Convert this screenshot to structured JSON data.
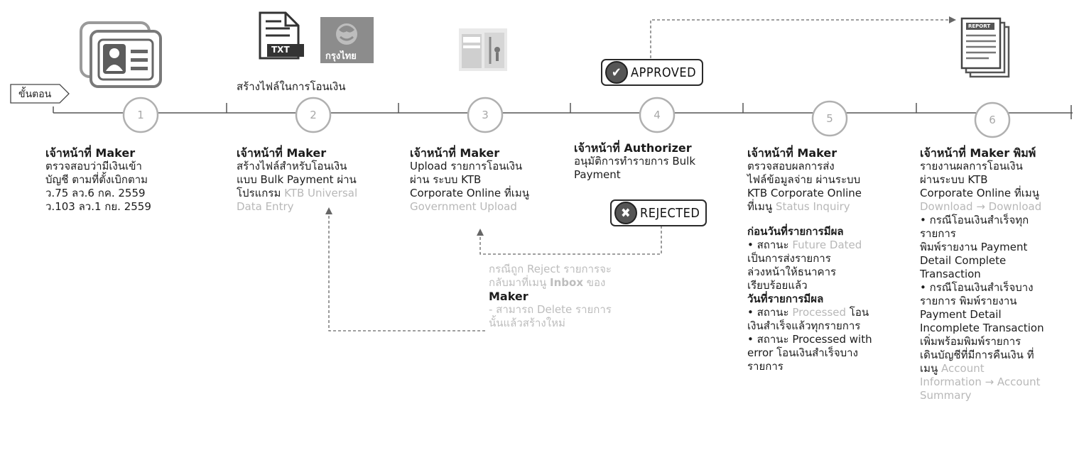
{
  "start_label": "ขั้นตอน",
  "file_badge": "TXT",
  "bank_logo_text": "กรุงไทย",
  "create_file_caption": "สร้างไฟล์ในการโอนเงิน",
  "approved_label": "APPROVED",
  "rejected_label": "REJECTED",
  "report_label": "REPORT",
  "steps": [
    {
      "num": "1",
      "head": "เจ้าหน้าที่ Maker",
      "lines": [
        "ตรวจสอบว่ามีเงินเข้า",
        "บัญชี ตามที่ตั้งเบิกตาม"
      ],
      "lines_dark": [
        "ว.75 ลว.6 กค. 2559",
        "ว.103 ลว.1 กย. 2559"
      ]
    },
    {
      "num": "2",
      "head": "เจ้าหน้าที่ Maker",
      "lines": [
        "สร้างไฟล์สำหรับโอนเงิน",
        "แบบ Bulk Payment ผ่าน",
        "โปรแกรม"
      ],
      "light": "KTB Universal",
      "light2": "Data Entry"
    },
    {
      "num": "3",
      "head": "เจ้าหน้าที่ Maker",
      "lines": [
        "Upload รายการโอนเงิน",
        "ผ่าน ระบบ KTB",
        "Corporate Online ที่เมนู"
      ],
      "light": "Government Upload"
    },
    {
      "num": "4",
      "head": "เจ้าหน้าที่ Authorizer",
      "lines": [
        "อนุมัติการทำรายการ Bulk",
        "Payment"
      ]
    },
    {
      "num": "5",
      "head": "เจ้าหน้าที่ Maker",
      "lines": [
        "ตรวจสอบผลการส่ง",
        "ไฟล์ข้อมูลจ่าย ผ่านระบบ",
        "KTB Corporate Online",
        "ที่เมนู"
      ],
      "light": "Status Inquiry",
      "detail": {
        "before_head": "ก่อนวันที่รายการมีผล",
        "before_1a": "• สถานะ ",
        "before_1b": "Future Dated",
        "before_1c": "เป็นการส่งรายการ",
        "before_1d": "ล่วงหน้าให้ธนาคาร",
        "before_1e": "เรียบร้อยแล้ว",
        "effective_head": "วันที่รายการมีผล",
        "eff_1a": "• สถานะ ",
        "eff_1b": "Processed",
        "eff_1c": " โอน",
        "eff_1d": "เงินสำเร็จแล้วทุกรายการ",
        "eff_2a": "• สถานะ Processed with",
        "eff_2b": "error โอนเงินสำเร็จบาง",
        "eff_2c": "รายการ"
      }
    },
    {
      "num": "6",
      "head": "เจ้าหน้าที่ Maker พิมพ์",
      "lines": [
        "รายงานผลการโอนเงิน",
        "ผ่านระบบ KTB",
        "Corporate Online ที่เมนู"
      ],
      "light": "Download → Download",
      "detail": {
        "a1": "• กรณีโอนเงินสำเร็จทุก",
        "a2": "รายการ",
        "a3": "พิมพ์รายงาน Payment",
        "a4": "Detail Complete",
        "a5": "Transaction",
        "b1": "• กรณีโอนเงินสำเร็จบาง",
        "b2": "รายการ พิมพ์รายงาน",
        "b3": "Payment Detail",
        "b4": "Incomplete Transaction",
        "b5": "เพิ่มพร้อมพิมพ์รายการ",
        "b6": "เดินบัญชีที่มีการคืนเงิน ที่",
        "b7": "เมนู ",
        "b7l": "Account",
        "b8l": "Information → Account",
        "b9l": "Summary"
      }
    }
  ],
  "reject_note": {
    "l1": "กรณีถูก Reject รายการจะ",
    "l2a": "กลับมาที่เมนู ",
    "l2b": "Inbox",
    "l2c": " ของ",
    "l3": "Maker",
    "l4": "- สามารถ Delete รายการ",
    "l5": "นั้นแล้วสร้างใหม่"
  }
}
